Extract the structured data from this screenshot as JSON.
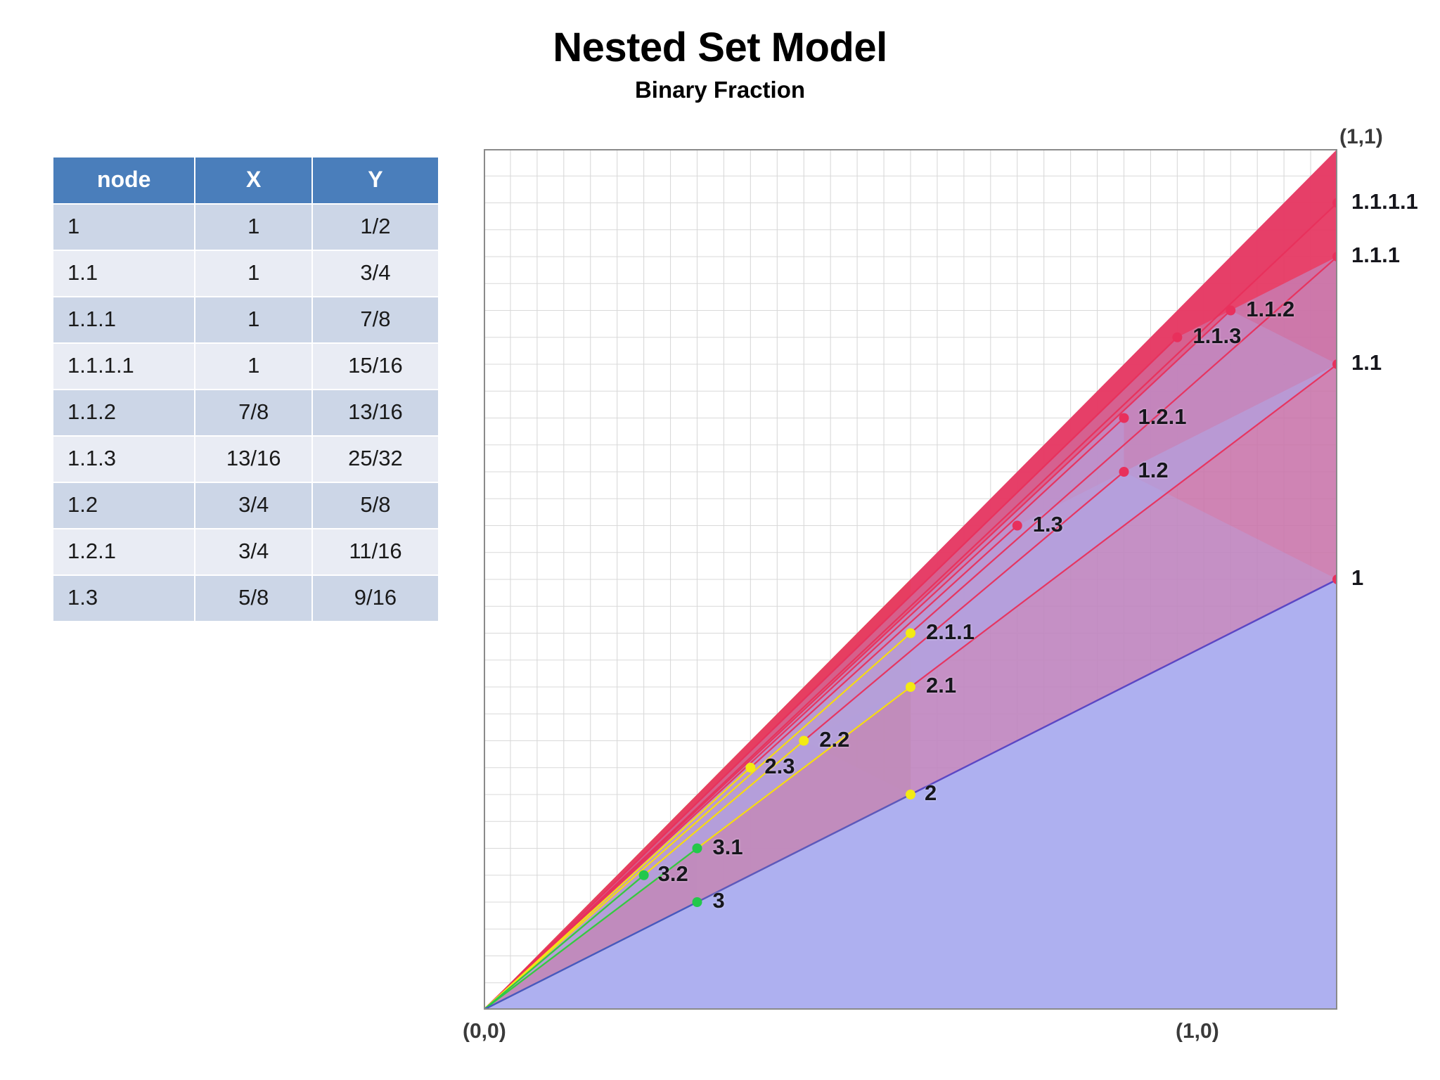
{
  "header": {
    "title": "Nested Set Model",
    "subtitle": "Binary Fraction"
  },
  "table": {
    "columns": [
      "node",
      "X",
      "Y"
    ],
    "rows": [
      {
        "node": "1",
        "x": "1",
        "y": "1/2"
      },
      {
        "node": "1.1",
        "x": "1",
        "y": "3/4"
      },
      {
        "node": "1.1.1",
        "x": "1",
        "y": "7/8"
      },
      {
        "node": "1.1.1.1",
        "x": "1",
        "y": "15/16"
      },
      {
        "node": "1.1.2",
        "x": "7/8",
        "y": "13/16"
      },
      {
        "node": "1.1.3",
        "x": "13/16",
        "y": "25/32"
      },
      {
        "node": "1.2",
        "x": "3/4",
        "y": "5/8"
      },
      {
        "node": "1.2.1",
        "x": "3/4",
        "y": "11/16"
      },
      {
        "node": "1.3",
        "x": "5/8",
        "y": "9/16"
      }
    ]
  },
  "chart_data": {
    "type": "scatter",
    "title": "Nested Set Model",
    "subtitle": "Binary Fraction",
    "xlabel": "",
    "ylabel": "",
    "xlim": [
      0,
      1
    ],
    "ylim": [
      0,
      1
    ],
    "grid": true,
    "grid_step": 0.03125,
    "legend": "none",
    "corner_labels": {
      "origin": "(0,0)",
      "bottom_right": "(1,0)",
      "top_right": "(1,1)"
    },
    "colors": {
      "branch_1": "#e8305c",
      "branch_2": "#f3ea13",
      "branch_3": "#22c84b",
      "base_fill": "#aeb0f0",
      "red_fill": "#e63a64",
      "yellow_fill": "#efe818",
      "green_fill": "#2ecc55",
      "grid": "#d9d9d9",
      "axis": "#808080",
      "table_header": "#4a7ebb",
      "table_row_odd": "#ccd6e7",
      "table_row_even": "#e9ecf4"
    },
    "points": [
      {
        "label": "1",
        "x": 1,
        "y": 0.5,
        "color": "#e8305c"
      },
      {
        "label": "1.1",
        "x": 1,
        "y": 0.75,
        "color": "#e8305c"
      },
      {
        "label": "1.1.1",
        "x": 1,
        "y": 0.875,
        "color": "#e8305c"
      },
      {
        "label": "1.1.1.1",
        "x": 1,
        "y": 0.9375,
        "color": "#e8305c"
      },
      {
        "label": "1.1.2",
        "x": 0.875,
        "y": 0.8125,
        "color": "#e8305c"
      },
      {
        "label": "1.1.3",
        "x": 0.8125,
        "y": 0.78125,
        "color": "#e8305c"
      },
      {
        "label": "1.2",
        "x": 0.75,
        "y": 0.625,
        "color": "#e8305c"
      },
      {
        "label": "1.2.1",
        "x": 0.75,
        "y": 0.6875,
        "color": "#e8305c"
      },
      {
        "label": "1.3",
        "x": 0.625,
        "y": 0.5625,
        "color": "#e8305c"
      },
      {
        "label": "2",
        "x": 0.5,
        "y": 0.25,
        "color": "#f3ea13"
      },
      {
        "label": "2.1",
        "x": 0.5,
        "y": 0.375,
        "color": "#f3ea13"
      },
      {
        "label": "2.1.1",
        "x": 0.5,
        "y": 0.4375,
        "color": "#f3ea13"
      },
      {
        "label": "2.2",
        "x": 0.375,
        "y": 0.3125,
        "color": "#f3ea13"
      },
      {
        "label": "2.3",
        "x": 0.3125,
        "y": 0.28125,
        "color": "#f3ea13"
      },
      {
        "label": "3",
        "x": 0.25,
        "y": 0.125,
        "color": "#22c84b"
      },
      {
        "label": "3.1",
        "x": 0.25,
        "y": 0.1875,
        "color": "#22c84b"
      },
      {
        "label": "3.2",
        "x": 0.1875,
        "y": 0.15625,
        "color": "#22c84b"
      }
    ]
  }
}
